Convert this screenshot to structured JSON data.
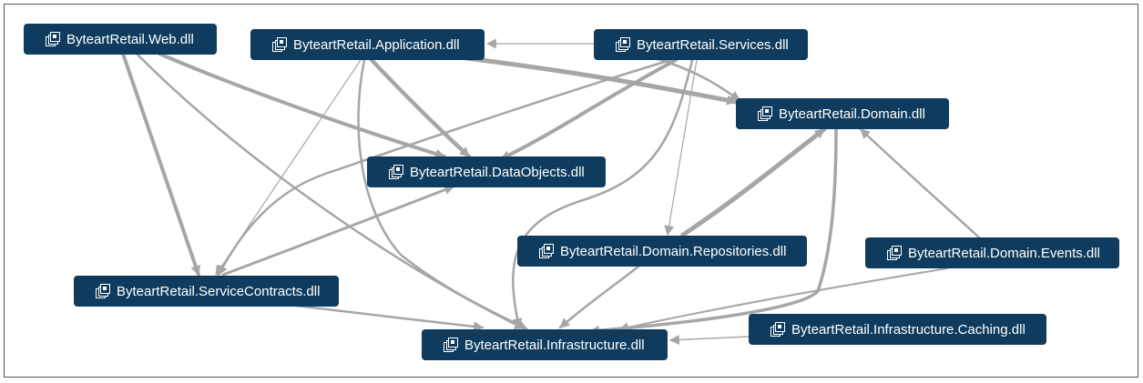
{
  "diagram": {
    "nodes": [
      {
        "id": "web",
        "label": "ByteartRetail.Web.dll",
        "icon": "assembly-icon"
      },
      {
        "id": "application",
        "label": "ByteartRetail.Application.dll",
        "icon": "assembly-icon"
      },
      {
        "id": "services",
        "label": "ByteartRetail.Services.dll",
        "icon": "assembly-icon"
      },
      {
        "id": "domain",
        "label": "ByteartRetail.Domain.dll",
        "icon": "assembly-icon"
      },
      {
        "id": "dataobjects",
        "label": "ByteartRetail.DataObjects.dll",
        "icon": "assembly-icon"
      },
      {
        "id": "repositories",
        "label": "ByteartRetail.Domain.Repositories.dll",
        "icon": "assembly-icon"
      },
      {
        "id": "events",
        "label": "ByteartRetail.Domain.Events.dll",
        "icon": "assembly-icon"
      },
      {
        "id": "servicecontracts",
        "label": "ByteartRetail.ServiceContracts.dll",
        "icon": "assembly-icon"
      },
      {
        "id": "infrastructure",
        "label": "ByteartRetail.Infrastructure.dll",
        "icon": "assembly-icon"
      },
      {
        "id": "caching",
        "label": "ByteartRetail.Infrastructure.Caching.dll",
        "icon": "assembly-icon"
      }
    ],
    "edges": [
      {
        "from": "services",
        "to": "application"
      },
      {
        "from": "services",
        "to": "domain"
      },
      {
        "from": "services",
        "to": "dataobjects"
      },
      {
        "from": "services",
        "to": "servicecontracts"
      },
      {
        "from": "services",
        "to": "repositories"
      },
      {
        "from": "services",
        "to": "infrastructure"
      },
      {
        "from": "application",
        "to": "domain"
      },
      {
        "from": "application",
        "to": "dataobjects"
      },
      {
        "from": "application",
        "to": "servicecontracts"
      },
      {
        "from": "application",
        "to": "infrastructure"
      },
      {
        "from": "web",
        "to": "dataobjects"
      },
      {
        "from": "web",
        "to": "servicecontracts"
      },
      {
        "from": "web",
        "to": "infrastructure"
      },
      {
        "from": "servicecontracts",
        "to": "dataobjects"
      },
      {
        "from": "servicecontracts",
        "to": "infrastructure"
      },
      {
        "from": "repositories",
        "to": "domain"
      },
      {
        "from": "repositories",
        "to": "infrastructure"
      },
      {
        "from": "domain",
        "to": "infrastructure"
      },
      {
        "from": "events",
        "to": "domain"
      },
      {
        "from": "events",
        "to": "infrastructure"
      },
      {
        "from": "caching",
        "to": "infrastructure"
      }
    ],
    "colors": {
      "node_fill": "#0f3c5e",
      "node_text": "#ffffff",
      "edge": "#a6a6a6",
      "border": "#555555"
    }
  }
}
